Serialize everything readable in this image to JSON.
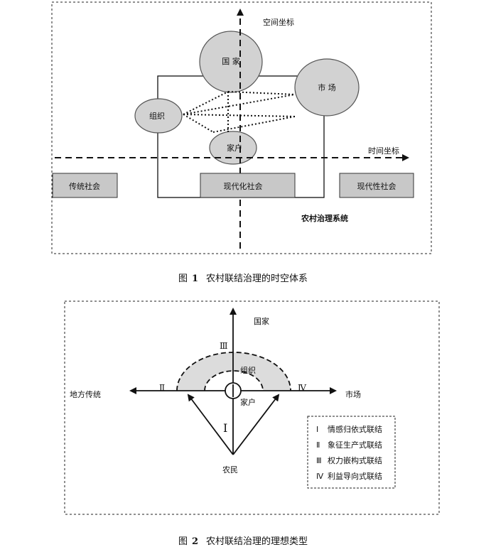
{
  "figure1": {
    "space_axis_label": "空间坐标",
    "time_axis_label": "时间坐标",
    "nodes": {
      "state": "国 家",
      "market": "市 场",
      "organization": "组织",
      "household": "家户"
    },
    "stages": {
      "traditional": "传统社会",
      "modernizing": "现代化社会",
      "modern": "现代性社会"
    },
    "system_label": "农村治理系统",
    "caption_prefix": "图",
    "caption_number": "1",
    "caption_text": "农村联结治理的时空体系",
    "colors": {
      "circle_fill": "#d2d2d2",
      "box_fill": "#c8c8c8"
    }
  },
  "figure2": {
    "top_label": "国家",
    "left_label": "地方传统",
    "right_label": "市场",
    "bottom_label": "农民",
    "household_label": "家户",
    "organization_label": "组织",
    "quadrants": {
      "I": "Ⅰ",
      "II": "Ⅱ",
      "III": "Ⅲ",
      "IV": "Ⅳ"
    },
    "legend": [
      {
        "numeral": "Ⅰ",
        "text": "情感归依式联结"
      },
      {
        "numeral": "Ⅱ",
        "text": "象征生产式联结"
      },
      {
        "numeral": "Ⅲ",
        "text": "权力嵌构式联结"
      },
      {
        "numeral": "Ⅳ",
        "text": "利益导向式联结"
      }
    ],
    "caption_prefix": "图",
    "caption_number": "2",
    "caption_text": "农村联结治理的理想类型",
    "colors": {
      "arc_fill": "#dcdcdc"
    }
  }
}
